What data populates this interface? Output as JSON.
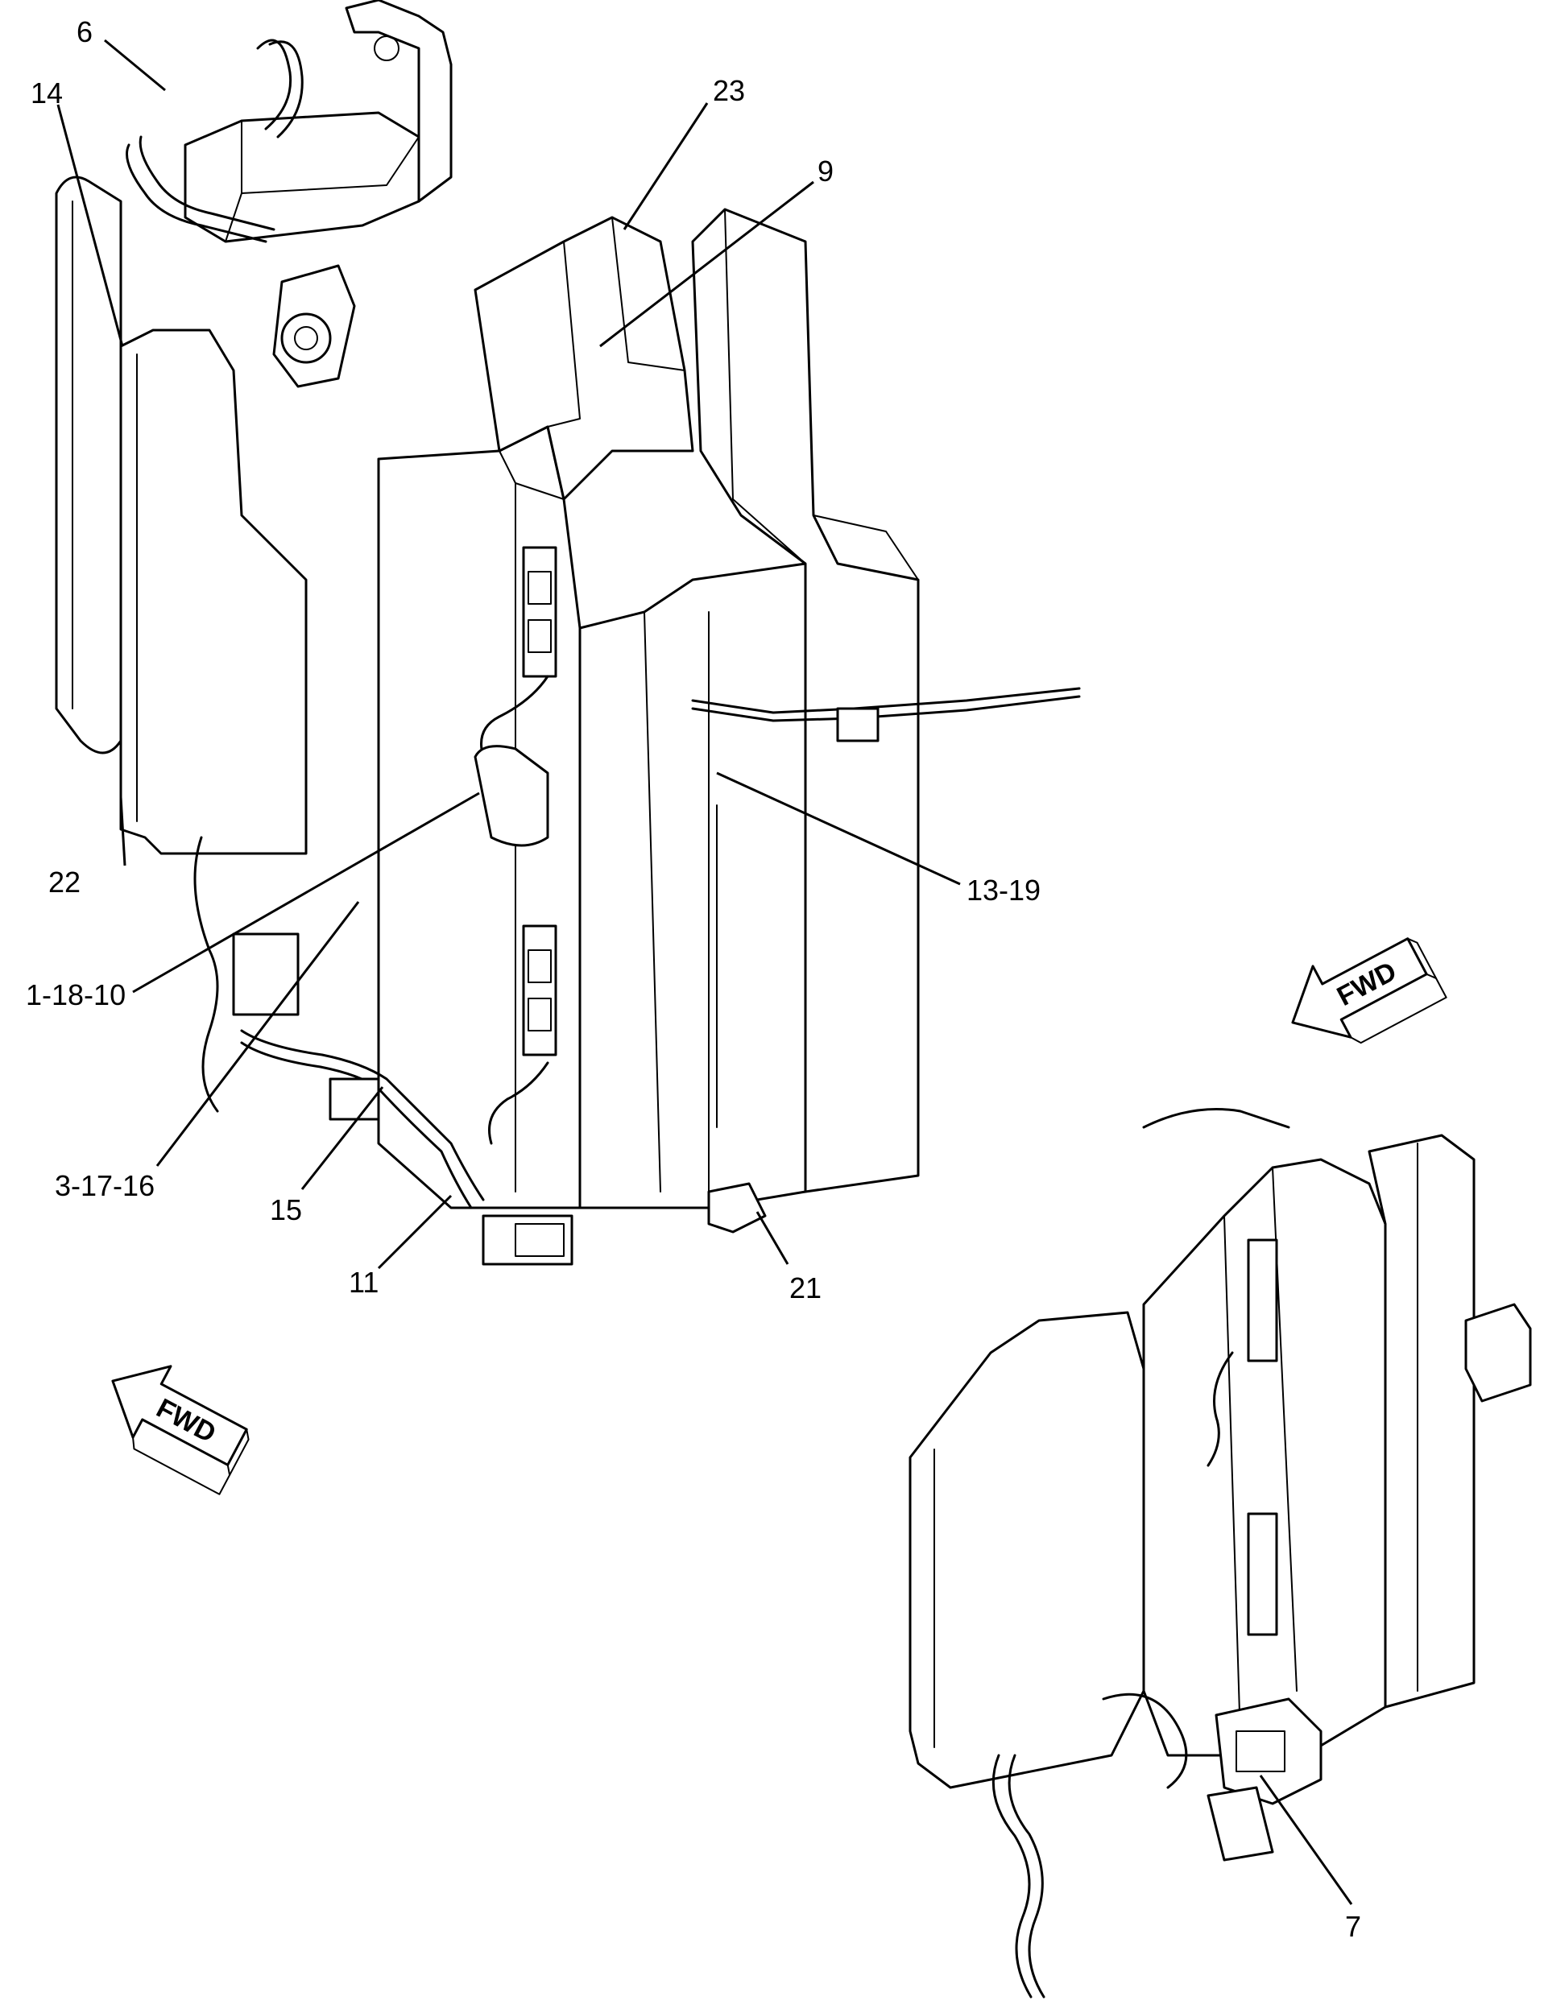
{
  "diagram": {
    "callouts": [
      {
        "id": "c6",
        "label": "6"
      },
      {
        "id": "c14",
        "label": "14"
      },
      {
        "id": "c23",
        "label": "23"
      },
      {
        "id": "c9",
        "label": "9"
      },
      {
        "id": "c22",
        "label": "22"
      },
      {
        "id": "c13-19",
        "label": "13-19"
      },
      {
        "id": "c1-18-10",
        "label": "1-18-10"
      },
      {
        "id": "c3-17-16",
        "label": "3-17-16"
      },
      {
        "id": "c15",
        "label": "15"
      },
      {
        "id": "c11",
        "label": "11"
      },
      {
        "id": "c21",
        "label": "21"
      },
      {
        "id": "c7",
        "label": "7"
      }
    ],
    "direction_arrows": [
      {
        "id": "fwd-right",
        "label": "FWD"
      },
      {
        "id": "fwd-left",
        "label": "FWD"
      }
    ]
  }
}
